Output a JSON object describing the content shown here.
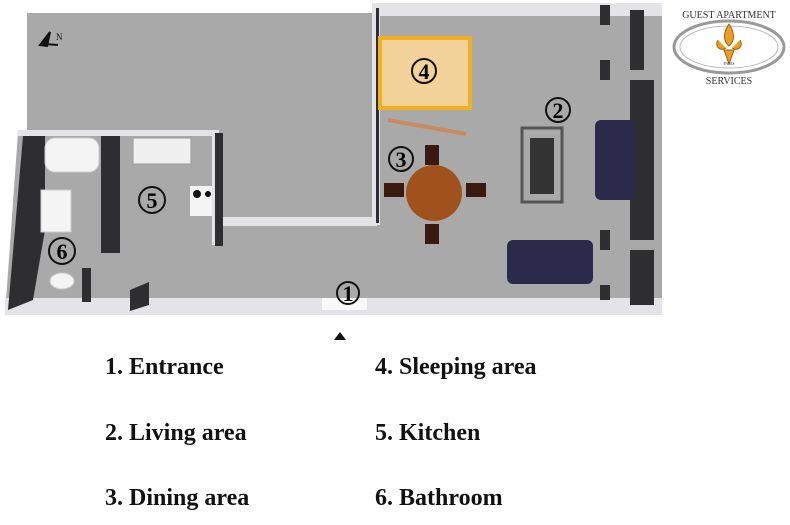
{
  "floor_plan": {
    "markers": [
      "1",
      "2",
      "3",
      "4",
      "5",
      "6"
    ],
    "entrance_arrow": "arrow-up-icon",
    "compass_label": "N"
  },
  "logo": {
    "top_text": "GUEST APARTMENT",
    "bottom_text": "SERVICES",
    "city": "PARIS"
  },
  "legend": [
    {
      "label": "1. Entrance"
    },
    {
      "label": "2. Living area"
    },
    {
      "label": "3. Dining area"
    },
    {
      "label": "4. Sleeping area"
    },
    {
      "label": "5. Kitchen"
    },
    {
      "label": "6. Bathroom"
    }
  ],
  "colors": {
    "floor": "#a9a9a9",
    "wall": "#e6e6ea",
    "wall_dark": "#2e2e30",
    "bed": "#f3d39a",
    "bed_frame": "#f0b020",
    "table": "#a0521d",
    "sofa": "#2c2a4a"
  }
}
